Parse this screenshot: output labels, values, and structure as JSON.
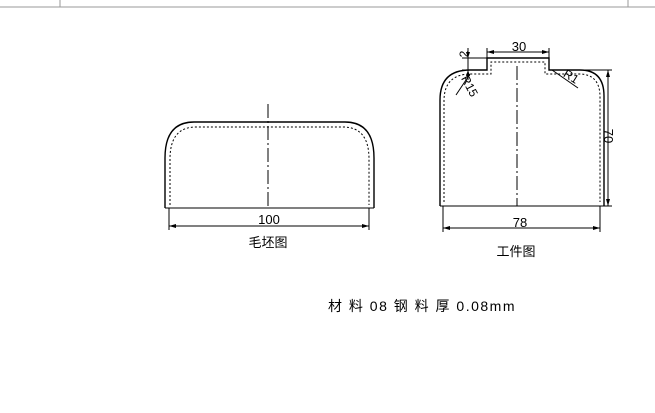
{
  "blank": {
    "caption": "毛坯图",
    "width_dim": "100"
  },
  "part": {
    "caption": "工件图",
    "width_dim": "78",
    "height_dim": "70",
    "top_dim": "30",
    "step_dim": "2",
    "radius_large": "R15",
    "radius_small": "R1"
  },
  "note": "材 料 08 钢  料 厚 0.08mm"
}
